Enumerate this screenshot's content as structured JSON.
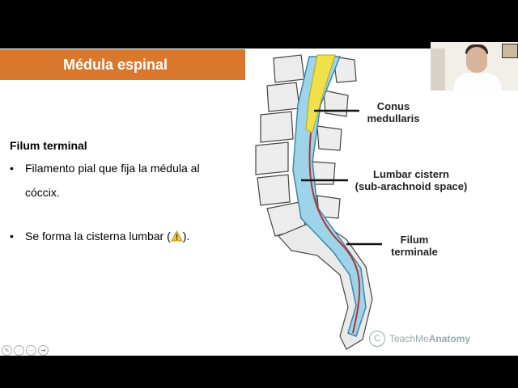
{
  "slide": {
    "title": "Médula espinal",
    "subtitle": "Filum terminal",
    "bullets": [
      {
        "marker": "•",
        "line1": "Filamento pial que fija la médula al",
        "line2": "cóccix."
      },
      {
        "marker": "•",
        "before": "Se forma la cisterna lumbar (",
        "icon": "warning-icon",
        "after": ")."
      }
    ],
    "figure_labels": {
      "conus": "Conus\nmedullaris",
      "lumbar": "Lumbar cistern\n(sub-arachnoid space)",
      "filum": "Filum\nterminale"
    },
    "watermark": {
      "prefix": "TeachMe",
      "brand": "Anatomy",
      "symbol": "C"
    }
  },
  "toolbar": {
    "icons": [
      "pen-icon",
      "cursor-icon",
      "dots-icon",
      "next-arrow-icon"
    ]
  },
  "colors": {
    "title_bar": "#d9782d",
    "spinal_cord": "#f0e14a",
    "csf": "#9ed4ea",
    "filum": "#b8322c"
  }
}
